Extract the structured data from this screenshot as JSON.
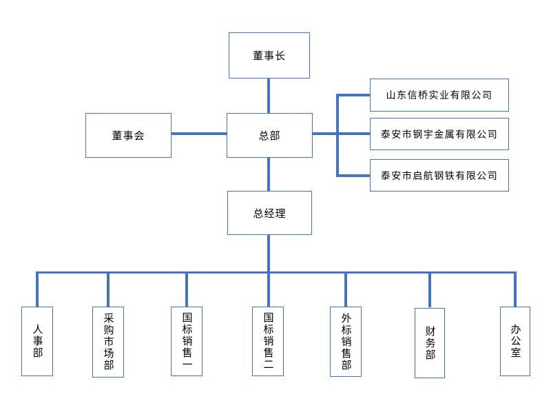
{
  "org_chart": {
    "nodes": {
      "chairman": {
        "label": "董事长"
      },
      "board": {
        "label": "董事会"
      },
      "headquarters": {
        "label": "总部"
      },
      "general_manager": {
        "label": "总经理"
      },
      "companies": [
        {
          "label": "山东信桥实业有限公司"
        },
        {
          "label": "泰安市钢宇金属有限公司"
        },
        {
          "label": "泰安市启航钢铁有限公司"
        }
      ],
      "departments": [
        {
          "label": "人事部"
        },
        {
          "label": "采购市场部"
        },
        {
          "label": "国标销售一"
        },
        {
          "label": "国标销售二"
        },
        {
          "label": "外标销售部"
        },
        {
          "label": "财务部"
        },
        {
          "label": "办公室"
        }
      ]
    },
    "colors": {
      "line": "#4472C4",
      "box_border": "#4472C4",
      "box_fill": "#FFFFFF",
      "text": "#000000",
      "background": "#FFFFFF"
    }
  }
}
